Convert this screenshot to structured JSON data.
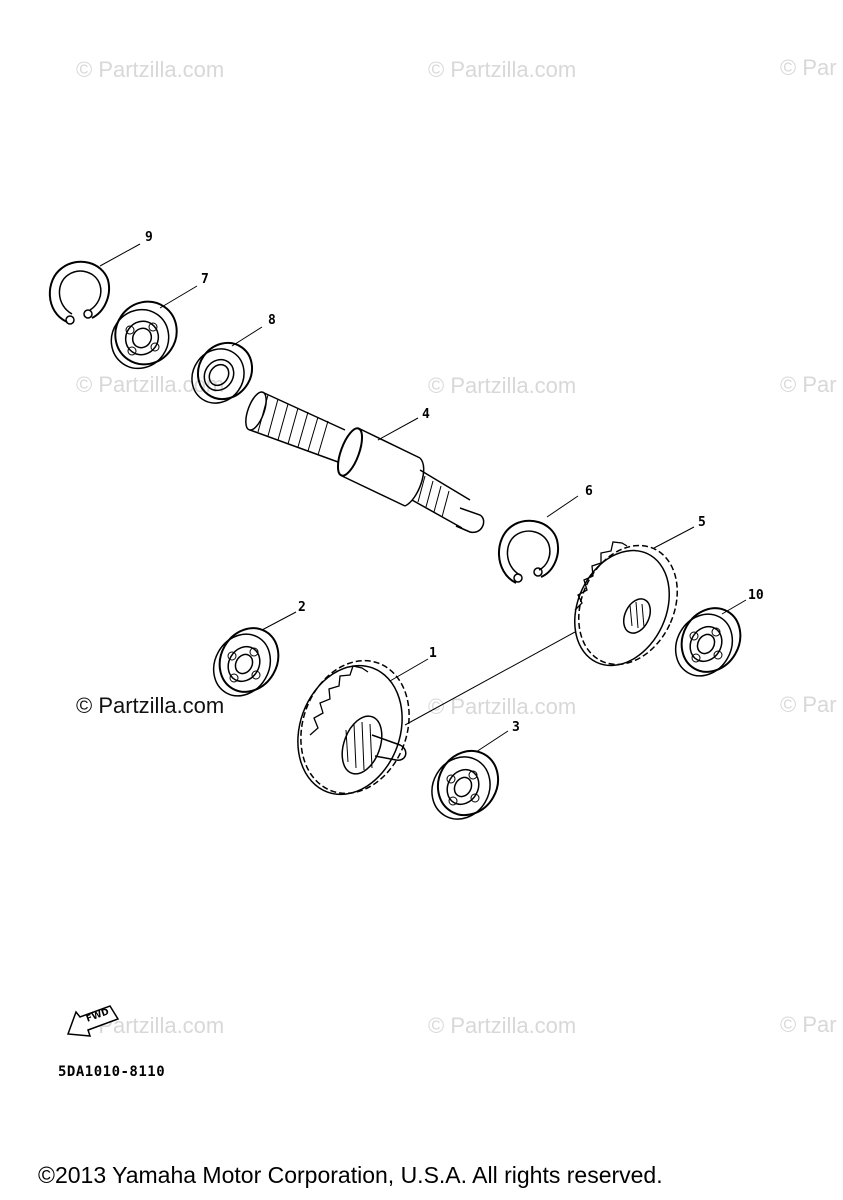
{
  "watermarks": [
    "© Partzilla.com",
    "© Partzilla.com",
    "© Par"
  ],
  "watermark_dark": "© Partzilla.com",
  "callouts": [
    "1",
    "2",
    "3",
    "4",
    "5",
    "6",
    "7",
    "8",
    "9",
    "10"
  ],
  "fwd_label": "FWD",
  "diagram_code": "5DA1010-8110",
  "copyright": "©2013 Yamaha Motor Corporation, U.S.A. All rights reserved."
}
